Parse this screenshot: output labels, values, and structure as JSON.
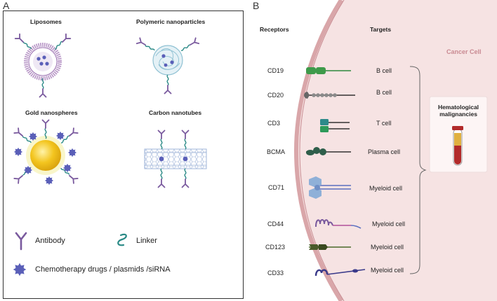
{
  "panel_a": {
    "letter": "A",
    "nanoparticles": [
      {
        "title": "Liposomes"
      },
      {
        "title": "Polymeric nanoparticles"
      },
      {
        "title": "Gold nanospheres"
      },
      {
        "title": "Carbon nanotubes"
      }
    ],
    "legend": {
      "antibody": "Antibody",
      "linker": "Linker",
      "drugs": "Chemotherapy drugs / plasmids /siRNA"
    }
  },
  "panel_b": {
    "letter": "B",
    "receptors_header": "Receptors",
    "targets_header": "Targets",
    "cancer_cell_label": "Cancer Cell",
    "rows": [
      {
        "receptor": "CD19",
        "target": "B cell"
      },
      {
        "receptor": "CD20",
        "target": "B cell"
      },
      {
        "receptor": "CD3",
        "target": "T cell"
      },
      {
        "receptor": "BCMA",
        "target": "Plasma cell"
      },
      {
        "receptor": "CD71",
        "target": "Myeloid cell"
      },
      {
        "receptor": "CD44",
        "target": "Myeloid cell"
      },
      {
        "receptor": "CD123",
        "target": "Myeloid cell"
      },
      {
        "receptor": "CD33",
        "target": "Myeloid cell"
      }
    ],
    "malignancy_box": {
      "title": "Hematological malignancies"
    }
  },
  "colors": {
    "membrane": "#d9a6a9",
    "cell_interior": "#f6e3e3",
    "antibody": "#7a5a9e",
    "linker": "#2a8a86",
    "drug": "#5a5fb8",
    "gold": "#f1c21b",
    "cancer_label": "#c98a92"
  }
}
